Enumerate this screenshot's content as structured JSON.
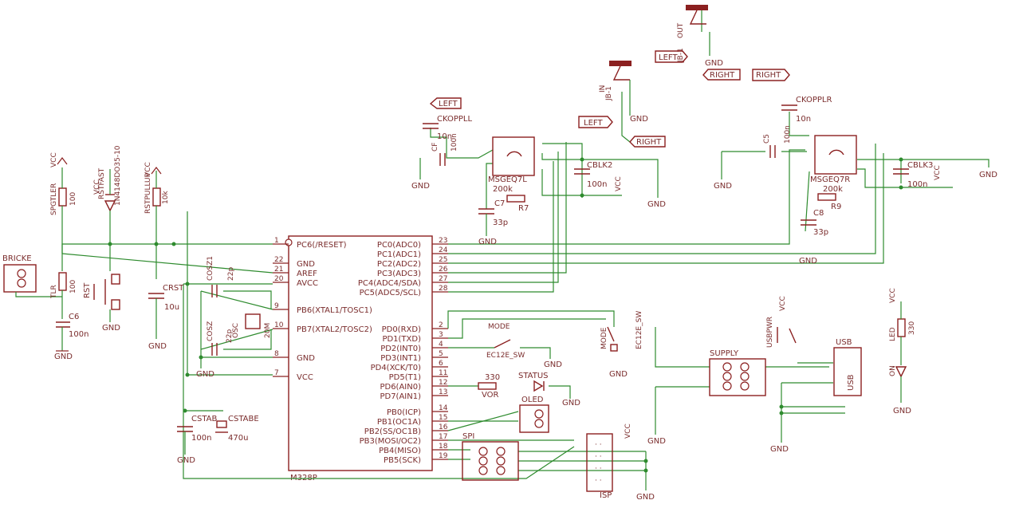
{
  "mcu": {
    "name": "M328P",
    "left_pins": [
      {
        "num": "1",
        "name": "PC6(/RESET)"
      },
      {
        "num": "22",
        "name": "GND"
      },
      {
        "num": "21",
        "name": "AREF"
      },
      {
        "num": "20",
        "name": "AVCC"
      },
      {
        "num": "9",
        "name": "PB6(XTAL1/TOSC1)"
      },
      {
        "num": "10",
        "name": "PB7(XTAL2/TOSC2)"
      },
      {
        "num": "8",
        "name": "GND"
      },
      {
        "num": "7",
        "name": "VCC"
      }
    ],
    "right_pins": [
      {
        "num": "23",
        "name": "PC0(ADC0)"
      },
      {
        "num": "24",
        "name": "PC1(ADC1)"
      },
      {
        "num": "25",
        "name": "PC2(ADC2)"
      },
      {
        "num": "26",
        "name": "PC3(ADC3)"
      },
      {
        "num": "27",
        "name": "PC4(ADC4/SDA)"
      },
      {
        "num": "28",
        "name": "PC5(ADC5/SCL)"
      },
      {
        "num": "2",
        "name": "PD0(RXD)"
      },
      {
        "num": "3",
        "name": "PD1(TXD)"
      },
      {
        "num": "4",
        "name": "PD2(INT0)"
      },
      {
        "num": "5",
        "name": "PD3(INT1)"
      },
      {
        "num": "6",
        "name": "PD4(XCK/T0)"
      },
      {
        "num": "11",
        "name": "PD5(T1)"
      },
      {
        "num": "12",
        "name": "PD6(AIN0)"
      },
      {
        "num": "13",
        "name": "PD7(AIN1)"
      },
      {
        "num": "14",
        "name": "PB0(ICP)"
      },
      {
        "num": "15",
        "name": "PB1(OC1A)"
      },
      {
        "num": "16",
        "name": "PB2(SS/OC1B)"
      },
      {
        "num": "17",
        "name": "PB3(MOSI/OC2)"
      },
      {
        "num": "18",
        "name": "PB4(MISO)"
      },
      {
        "num": "19",
        "name": "PB5(SCK)"
      }
    ]
  },
  "labels": {
    "bricke": "BRICKE",
    "spgtler": "SPGTLER",
    "spgtler_val": "100",
    "tlr": "TLR",
    "tlr_val": "100",
    "c6": "C6",
    "c6_val": "100n",
    "rst_fast": "RSTFAST",
    "rst_fast_part": "1N4148DO35-10",
    "rst": "RST",
    "rstpullup": "RSTPULLUP",
    "rstpullup_val": "10k",
    "crst": "CRST",
    "crst_val": "10u",
    "cosz1": "COSZ1",
    "cosz1_val": "22p",
    "cosz": "COSZ",
    "cosz_val": "22p",
    "osc": "OSC",
    "osc_val": "20M",
    "cstab": "CSTAB",
    "cstab_val": "100n",
    "cstabe": "CSTABE",
    "cstabe_val": "470u",
    "cf": "CF",
    "cf_val": "100n",
    "ckoppll": "CKOPPLL",
    "ckoppll_val": "10n",
    "msgeq7l": "MSGEQ7L",
    "r7": "R7",
    "r7_val": "200k",
    "c7": "C7",
    "c7_val": "33p",
    "cblk2": "CBLK2",
    "cblk2_val": "100n",
    "c5": "C5",
    "c5_val": "100n",
    "ckopplr": "CKOPPLR",
    "ckopplr_val": "10n",
    "msgeq7r": "MSGEQ7R",
    "r9": "R9",
    "r9_val": "200k",
    "c8": "C8",
    "c8_val": "33p",
    "cblk3": "CBLK3",
    "cblk3_val": "100n",
    "mode": "MODE",
    "mode_part": "EC12E_SW",
    "mode2": "MODE",
    "mode2_part": "EC12E_SW",
    "r330": "330",
    "vor": "VOR",
    "status": "STATUS",
    "oled": "OLED",
    "spi": "SPI",
    "isp": "ISP",
    "supply": "SUPPLY",
    "usbpwr": "USBPWR",
    "usb": "USB",
    "led": "LED",
    "led_val": "330",
    "on": "ON",
    "in_jack": "IN",
    "out_jack": "OUT",
    "jack_part": "JB-1",
    "left": "LEFT",
    "right": "RIGHT",
    "vcc": "VCC",
    "gnd": "GND"
  }
}
